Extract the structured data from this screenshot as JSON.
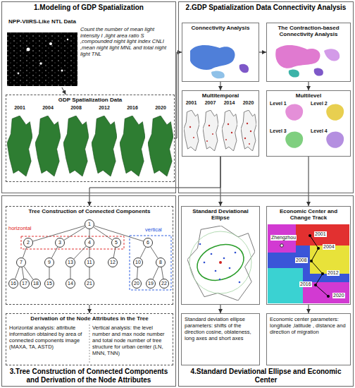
{
  "diagram": {
    "nodes": [
      {
        "text": [
          "1.Modeling of GDP Spatialization"
        ]
      },
      {
        "text": [
          "NPP-VIIRS-Like NTL Data"
        ],
        "in": 0
      },
      {
        "text": [
          "GDP Spatialization Data"
        ],
        "in": 0
      },
      {
        "text": [
          "2.GDP Spatialization Data Connectivity Analysis"
        ]
      },
      {
        "text": [
          "Connectivity Analysis"
        ],
        "in": 3
      },
      {
        "text": [
          "The Contraction-based Connectivity Analysis"
        ],
        "in": 3
      },
      {
        "text": [
          "Multitemporal"
        ],
        "in": 3
      },
      {
        "text": [
          "Multilevel"
        ],
        "in": 3
      },
      {
        "text": [
          "3.Tree Construction of Connected Components and Derivation of the Node Attributes"
        ]
      },
      {
        "text": [
          "Tree Construction of Connected Components"
        ],
        "in": 8
      },
      {
        "text": [
          "1"
        ],
        "in": 9
      },
      {
        "text": [
          "2"
        ],
        "in": 9
      },
      {
        "text": [
          "3"
        ],
        "in": 9
      },
      {
        "text": [
          "4"
        ],
        "in": 9
      },
      {
        "text": [
          "5"
        ],
        "in": 9
      },
      {
        "text": [
          "6"
        ],
        "in": 9
      },
      {
        "text": [
          "7"
        ],
        "in": 9
      },
      {
        "text": [
          "9"
        ],
        "in": 9
      },
      {
        "text": [
          "13"
        ],
        "in": 9
      },
      {
        "text": [
          "11"
        ],
        "in": 9
      },
      {
        "text": [
          "12"
        ],
        "in": 9
      },
      {
        "text": [
          "10"
        ],
        "in": 9
      },
      {
        "text": [
          "8"
        ],
        "in": 9
      },
      {
        "text": [
          "16"
        ],
        "in": 9
      },
      {
        "text": [
          "17"
        ],
        "in": 9
      },
      {
        "text": [
          "18"
        ],
        "in": 9
      },
      {
        "text": [
          "15"
        ],
        "in": 9
      },
      {
        "text": [
          "14"
        ],
        "in": 9
      },
      {
        "text": [
          "21"
        ],
        "in": 9
      },
      {
        "text": [
          "20"
        ],
        "in": 9
      },
      {
        "text": [
          "19"
        ],
        "in": 9
      },
      {
        "text": [
          "22"
        ],
        "in": 9
      },
      {
        "text": [
          "Derivation of the Node Attributes in the Tree",
          "Horizontal analysis: attribute information obtained by area of connected components image (MAXA, TA, ASTD)",
          "Vertical analysis: the level number and max node number and total node number of tree structure for urban center (LN, MNN, TNN)"
        ],
        "in": 8
      },
      {
        "text": [
          "4.Standard Deviational Ellipse and Economic Center"
        ]
      },
      {
        "text": [
          "Standard Deviational Ellipse"
        ],
        "in": 33
      },
      {
        "text": [
          "Economic Center and Change Track"
        ],
        "in": 33
      },
      {
        "text": [
          "Standard deviation ellipse parameters: shifts of the direction cosine, oblateness, long axes and short axes"
        ],
        "in": 33
      },
      {
        "text": [
          "Economic center parameters: longitude ,latitude , distance and direction of migration"
        ],
        "in": 33
      }
    ],
    "edges": [
      {
        "from": 1,
        "to": 2,
        "arrow": "to"
      },
      {
        "from": 2,
        "to": 4,
        "arrow": "to"
      },
      {
        "from": 4,
        "to": 5,
        "arrow": "to"
      },
      {
        "from": 4,
        "to": 6,
        "arrow": "to"
      },
      {
        "from": 5,
        "to": 7,
        "arrow": "to"
      },
      {
        "from": 6,
        "to": 9,
        "arrow": "to"
      },
      {
        "from": 6,
        "to": 34,
        "arrow": "to"
      },
      {
        "from": 7,
        "to": 35,
        "arrow": "to"
      },
      {
        "from": 9,
        "to": 32,
        "arrow": "to"
      },
      {
        "from": 34,
        "to": 36,
        "arrow": "to"
      },
      {
        "from": 35,
        "to": 37,
        "arrow": "to"
      },
      {
        "from": 10,
        "to": 11,
        "arrow": "none"
      },
      {
        "from": 10,
        "to": 12,
        "arrow": "none"
      },
      {
        "from": 10,
        "to": 13,
        "arrow": "none"
      },
      {
        "from": 10,
        "to": 14,
        "arrow": "none"
      },
      {
        "from": 10,
        "to": 15,
        "arrow": "none"
      },
      {
        "from": 11,
        "to": 16,
        "arrow": "none"
      },
      {
        "from": 12,
        "to": 17,
        "arrow": "none"
      },
      {
        "from": 13,
        "to": 18,
        "arrow": "none"
      },
      {
        "from": 13,
        "to": 19,
        "arrow": "none"
      },
      {
        "from": 14,
        "to": 20,
        "arrow": "none"
      },
      {
        "from": 15,
        "to": 21,
        "arrow": "none"
      },
      {
        "from": 15,
        "to": 22,
        "arrow": "none"
      },
      {
        "from": 16,
        "to": 23,
        "arrow": "none"
      },
      {
        "from": 16,
        "to": 24,
        "arrow": "none"
      },
      {
        "from": 16,
        "to": 25,
        "arrow": "none"
      },
      {
        "from": 17,
        "to": 26,
        "arrow": "none"
      },
      {
        "from": 18,
        "to": 27,
        "arrow": "none"
      },
      {
        "from": 19,
        "to": 28,
        "arrow": "none"
      },
      {
        "from": 21,
        "to": 29,
        "arrow": "none"
      },
      {
        "from": 22,
        "to": 30,
        "arrow": "none"
      },
      {
        "from": 22,
        "to": 31,
        "arrow": "none"
      }
    ],
    "labels": [
      "Count the number of mean light intensity I ,light area ratio S ,compounded night light index CNLI ,mean night light MNL and total night light TNL",
      "2001",
      "2004",
      "2008",
      "2012",
      "2016",
      "2020",
      "2001",
      "2007",
      "2014",
      "2020",
      "Level 1",
      "Level 2",
      "Level 3",
      "Level 4",
      "horizontal",
      "vertical",
      "Zhengzhou",
      "2001",
      "2004",
      "2008",
      "2012",
      "2016",
      "2020"
    ]
  }
}
